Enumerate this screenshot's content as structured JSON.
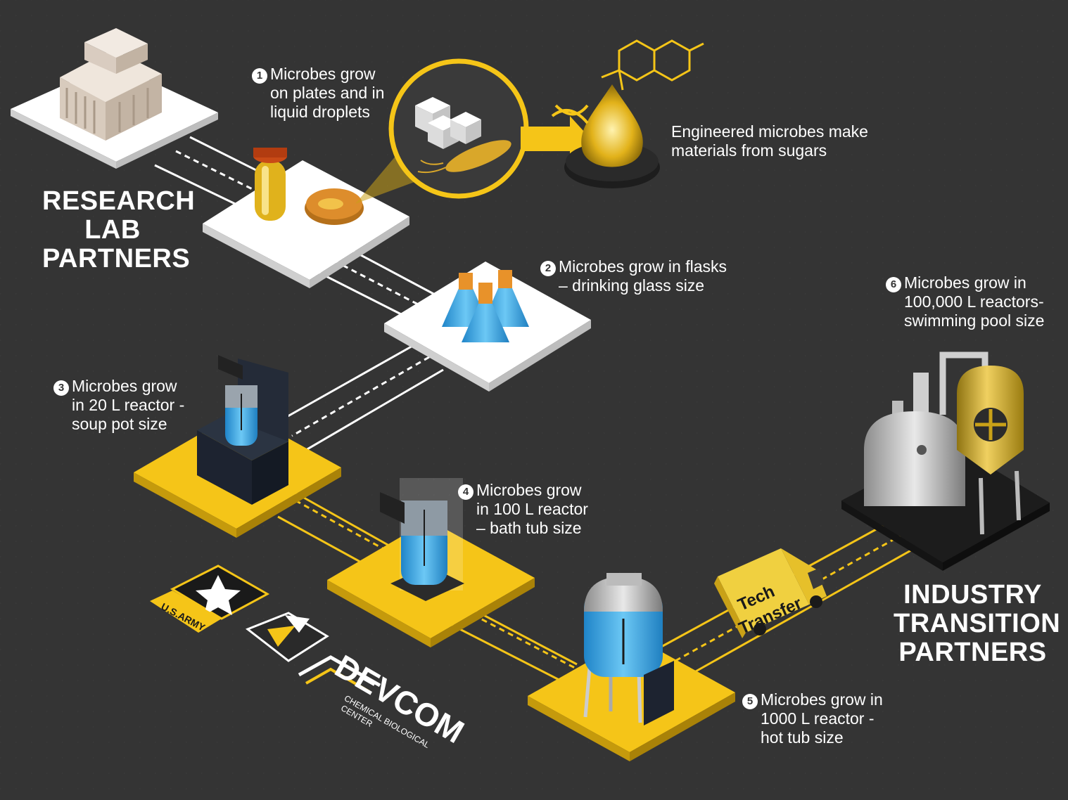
{
  "partners": {
    "research": [
      "RESEARCH",
      "LAB",
      "PARTNERS"
    ],
    "industry": [
      "INDUSTRY",
      "TRANSITION",
      "PARTNERS"
    ]
  },
  "steps": [
    {
      "num": "1",
      "lines": [
        "Microbes grow",
        "on plates and in",
        "liquid droplets"
      ]
    },
    {
      "num": "2",
      "lines": [
        "Microbes grow in flasks",
        "– drinking glass size"
      ]
    },
    {
      "num": "3",
      "lines": [
        "Microbes grow",
        "in 20 L reactor -",
        "soup pot size"
      ]
    },
    {
      "num": "4",
      "lines": [
        "Microbes grow",
        "in 100 L reactor",
        "– bath tub size"
      ]
    },
    {
      "num": "5",
      "lines": [
        "Microbes grow in",
        "1000 L reactor -",
        "hot tub size"
      ]
    },
    {
      "num": "6",
      "lines": [
        "Microbes grow in",
        "100,000 L reactors-",
        "swimming pool size"
      ]
    }
  ],
  "engineered": [
    "Engineered microbes make",
    "materials from sugars"
  ],
  "truck": [
    "Tech",
    "Transfer"
  ],
  "logos": {
    "army": "U.S.ARMY",
    "devcom": "DEVCOM",
    "devcom_sub": [
      "CHEMICAL BIOLOGICAL",
      "CENTER"
    ]
  },
  "colors": {
    "background": "#333333",
    "accent": "#f5c518",
    "liquid": "#3aa6e6",
    "platform": "#ffffff"
  }
}
